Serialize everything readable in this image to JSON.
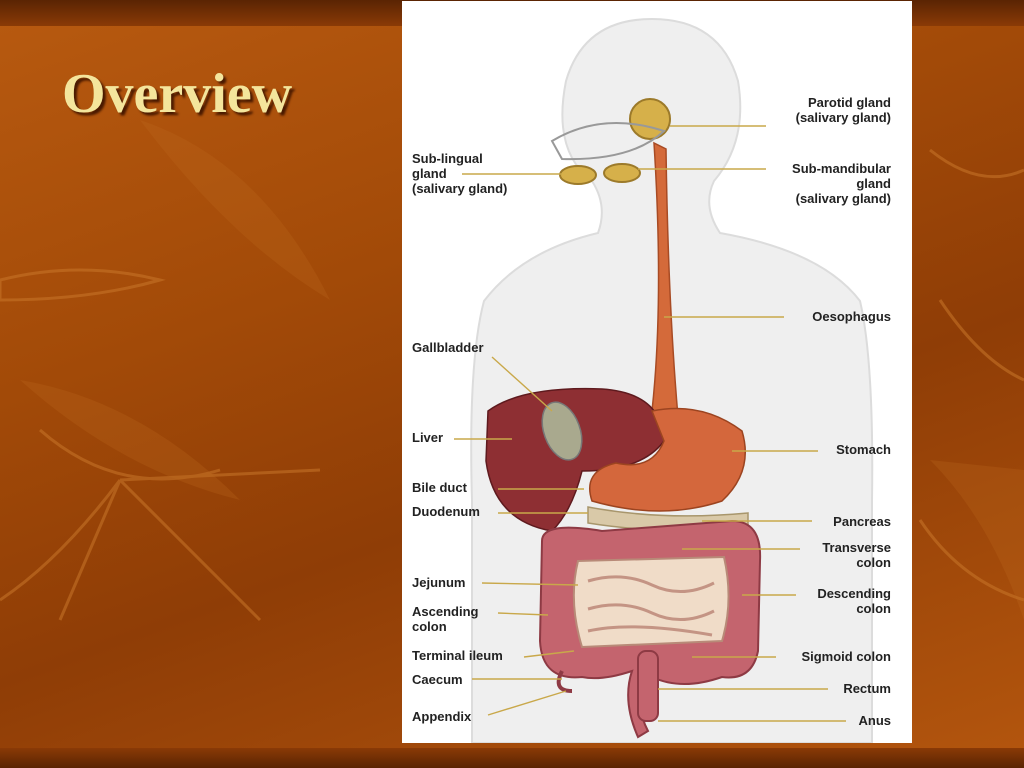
{
  "slide": {
    "title": "Overview"
  },
  "diagram": {
    "labels": {
      "parotid": "Parotid gland\n(salivary gland)",
      "sublingual": "Sub-lingual\ngland\n(salivary gland)",
      "submandibular": "Sub-mandibular\ngland\n(salivary gland)",
      "oesophagus": "Oesophagus",
      "gallbladder": "Gallbladder",
      "liver": "Liver",
      "stomach": "Stomach",
      "bile_duct": "Bile duct",
      "duodenum": "Duodenum",
      "pancreas": "Pancreas",
      "transverse_colon": "Transverse\ncolon",
      "jejunum": "Jejunum",
      "descending_colon": "Descending\ncolon",
      "ascending_colon": "Ascending\ncolon",
      "terminal_ileum": "Terminal ileum",
      "sigmoid_colon": "Sigmoid colon",
      "caecum": "Caecum",
      "rectum": "Rectum",
      "appendix": "Appendix",
      "anus": "Anus"
    }
  }
}
